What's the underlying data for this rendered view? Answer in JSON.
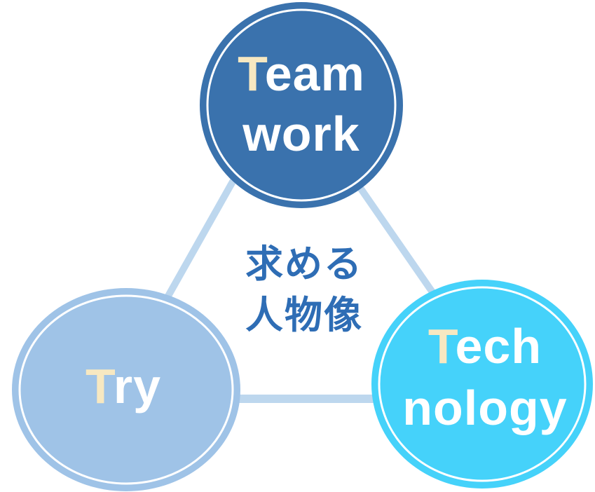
{
  "diagram": {
    "center_label": {
      "lines": [
        "求める",
        "人物像"
      ],
      "color": "#2e6db5"
    },
    "nodes": [
      {
        "id": "teamwork",
        "accent": "T",
        "line1_rest": "eam",
        "line2": "work",
        "fill": "#3a72ad"
      },
      {
        "id": "try",
        "accent": "T",
        "line1_rest": "ry",
        "line2": "",
        "fill": "#9fc3e7"
      },
      {
        "id": "technology",
        "accent": "T",
        "line1_rest": "ech",
        "line2": "nology",
        "fill": "#45d2fa"
      }
    ],
    "colors": {
      "connector": "#bdd7ee",
      "accent_letter": "#f7e8c1",
      "label_text": "#ffffff",
      "ring": "#ffffff"
    }
  }
}
